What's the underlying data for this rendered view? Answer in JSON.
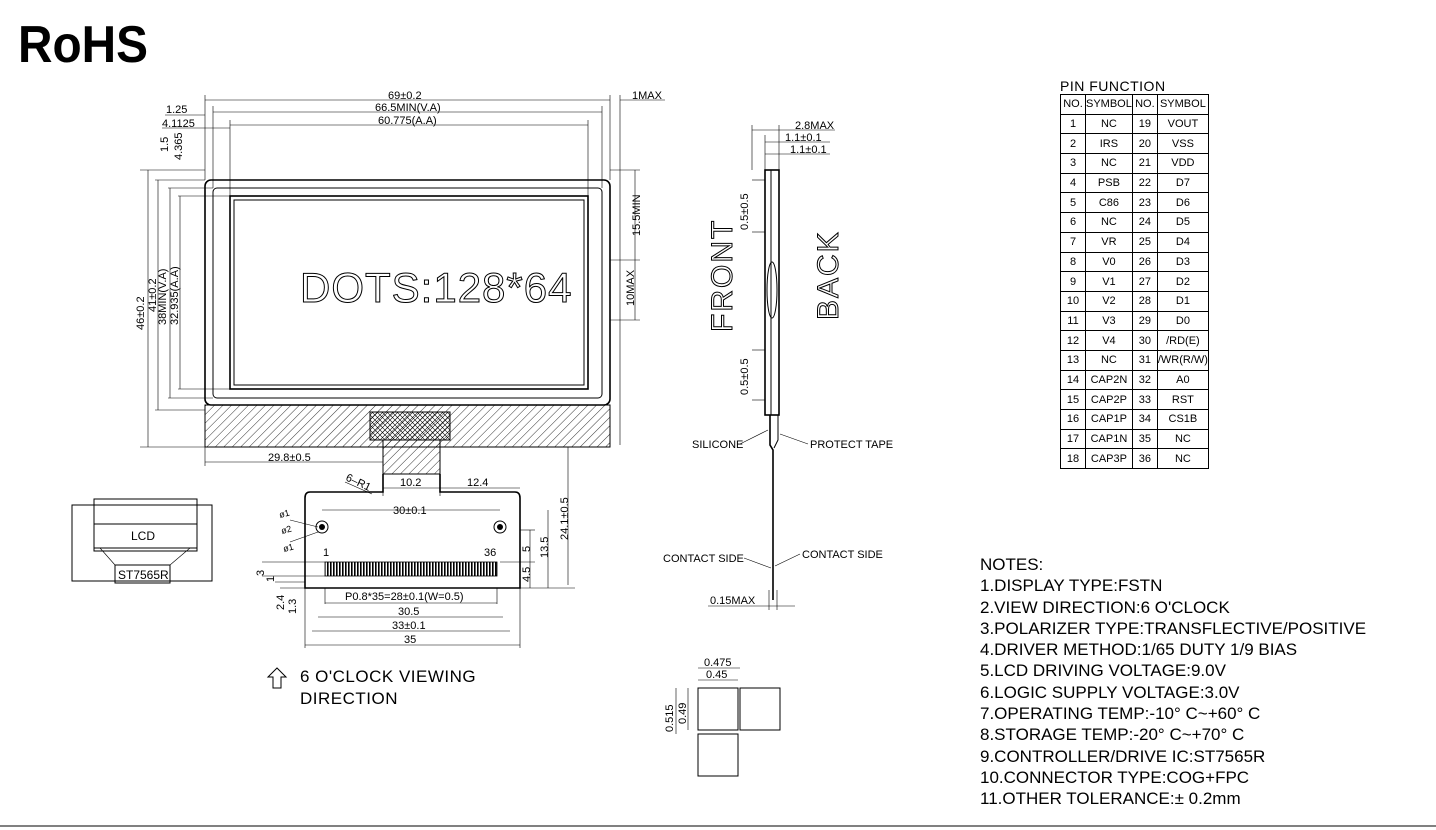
{
  "brand": "RoHS",
  "display_text": "DOTS:128*64",
  "front_label": "FRONT",
  "back_label": "BACK",
  "lcd_label": "LCD",
  "ic_label": "ST7565R",
  "viewing_line1": "6  O'CLOCK  VIEWING",
  "viewing_line2": "DIRECTION",
  "pin_title": "PIN  FUNCTION",
  "pin_headers": [
    "NO.",
    "SYMBOL",
    "NO.",
    "SYMBOL"
  ],
  "pins": [
    [
      "1",
      "NC",
      "19",
      "VOUT"
    ],
    [
      "2",
      "IRS",
      "20",
      "VSS"
    ],
    [
      "3",
      "NC",
      "21",
      "VDD"
    ],
    [
      "4",
      "PSB",
      "22",
      "D7"
    ],
    [
      "5",
      "C86",
      "23",
      "D6"
    ],
    [
      "6",
      "NC",
      "24",
      "D5"
    ],
    [
      "7",
      "VR",
      "25",
      "D4"
    ],
    [
      "8",
      "V0",
      "26",
      "D3"
    ],
    [
      "9",
      "V1",
      "27",
      "D2"
    ],
    [
      "10",
      "V2",
      "28",
      "D1"
    ],
    [
      "11",
      "V3",
      "29",
      "D0"
    ],
    [
      "12",
      "V4",
      "30",
      "/RD(E)"
    ],
    [
      "13",
      "NC",
      "31",
      "/WR(R/W)"
    ],
    [
      "14",
      "CAP2N",
      "32",
      "A0"
    ],
    [
      "15",
      "CAP2P",
      "33",
      "RST"
    ],
    [
      "16",
      "CAP1P",
      "34",
      "CS1B"
    ],
    [
      "17",
      "CAP1N",
      "35",
      "NC"
    ],
    [
      "18",
      "CAP3P",
      "36",
      "NC"
    ]
  ],
  "notes": [
    "NOTES:",
    "1.DISPLAY TYPE:FSTN",
    "2.VIEW DIRECTION:6 O'CLOCK",
    "3.POLARIZER TYPE:TRANSFLECTIVE/POSITIVE",
    "4.DRIVER METHOD:1/65 DUTY 1/9 BIAS",
    "5.LCD DRIVING VOLTAGE:9.0V",
    "6.LOGIC SUPPLY VOLTAGE:3.0V",
    "7.OPERATING TEMP:-10° C~+60° C",
    "8.STORAGE TEMP:-20° C~+70° C",
    "9.CONTROLLER/DRIVE IC:ST7565R",
    "10.CONNECTOR TYPE:COG+FPC",
    "11.OTHER TOLERANCE:± 0.2mm"
  ],
  "dims": {
    "outline_w": "69±0.2",
    "va_w": "66.5MIN(V.A)",
    "aa_w": "60.775(A.A)",
    "max1": "1MAX",
    "d125": "1.25",
    "d41125": "4.1125",
    "d15": "1.5",
    "d4365": "4.365",
    "outline_h": "46±0.2",
    "h41": "41±0.2",
    "va_h": "38MIN(V.A)",
    "aa_h": "32.935(A.A)",
    "min155": "15.5MIN",
    "max10": "10MAX",
    "d298": "29.8±0.5",
    "d102": "10.2",
    "d124": "12.4",
    "r1": "6–R1",
    "d30": "30±0.1",
    "d241": "24.1±0.5",
    "d135": "13.5",
    "d5": "5",
    "d45": "4.5",
    "pitch": "P0.8*35=28±0.1(W=0.5)",
    "d305": "30.5",
    "d33": "33±0.1",
    "d35": "35",
    "d3": "3",
    "d1": "1",
    "d24": "2.4",
    "d13": "1.3",
    "pin1": "1",
    "pin36": "36",
    "phi1": "ø1",
    "phi2": "ø2",
    "d28max": "2.8MAX",
    "d11a": "1.1±0.1",
    "d11b": "1.1±0.1",
    "d05a": "0.5±0.5",
    "d05b": "0.5±0.5",
    "silicone": "SILICONE",
    "protect": "PROTECT TAPE",
    "contact_l": "CONTACT SIDE",
    "contact_r": "CONTACT SIDE",
    "d015": "0.15MAX",
    "d0475": "0.475",
    "d045": "0.45",
    "d0515": "0.515",
    "d049": "0.49"
  }
}
